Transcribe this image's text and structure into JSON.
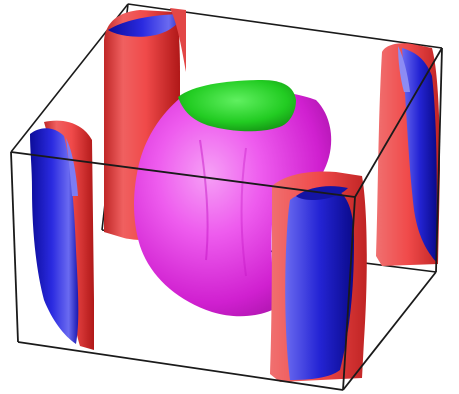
{
  "scene": {
    "background": "#ffffff",
    "edge_color": "#1a1a1a"
  },
  "surfaces": [
    {
      "name": "central-pocket",
      "color": "#e426e4",
      "cap_color": "#28d228"
    },
    {
      "name": "sheet-back-left",
      "outer_color": "#f04848",
      "inner_color": "#2020cc"
    },
    {
      "name": "sheet-back-right",
      "outer_color": "#f04848",
      "inner_color": "#2020cc"
    },
    {
      "name": "sheet-front-left",
      "outer_color": "#f04848",
      "inner_color": "#2020cc"
    },
    {
      "name": "sheet-front-right",
      "outer_color": "#f04848",
      "inner_color": "#2020cc"
    }
  ]
}
